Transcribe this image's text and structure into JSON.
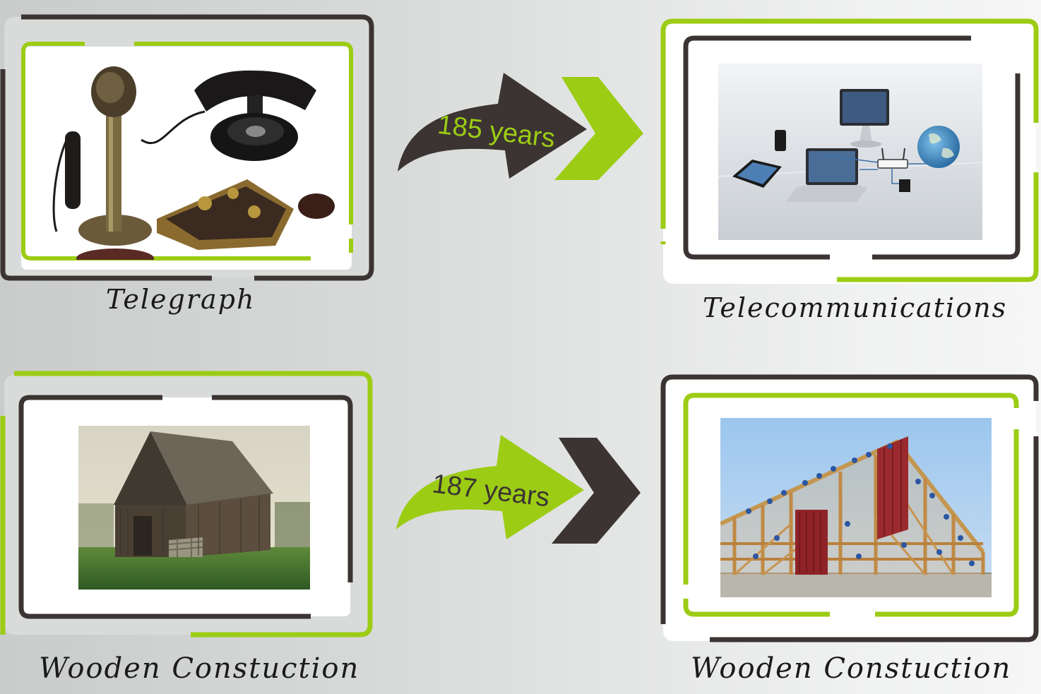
{
  "colors": {
    "green": "#9ccc14",
    "dark": "#3b3432",
    "white": "#ffffff"
  },
  "panels": [
    {
      "id": "telegraph",
      "caption": "Telegraph",
      "image": "old-telephones-and-telegraph-key-image"
    },
    {
      "id": "telecom",
      "caption": "Telecommunications",
      "image": "modern-devices-network-image"
    },
    {
      "id": "wooden-old",
      "caption": "Wooden Constuction",
      "image": "old-wooden-barn-image"
    },
    {
      "id": "wooden-new",
      "caption": "Wooden Constuction",
      "image": "barn-raising-construction-image"
    }
  ],
  "arrows": [
    {
      "label": "185 years",
      "body_color": "#3b3432",
      "text_color": "#9ccc14",
      "chevron_color": "#9ccc14"
    },
    {
      "label": "187 years",
      "body_color": "#9ccc14",
      "text_color": "#3b3432",
      "chevron_color": "#3b3432"
    }
  ]
}
